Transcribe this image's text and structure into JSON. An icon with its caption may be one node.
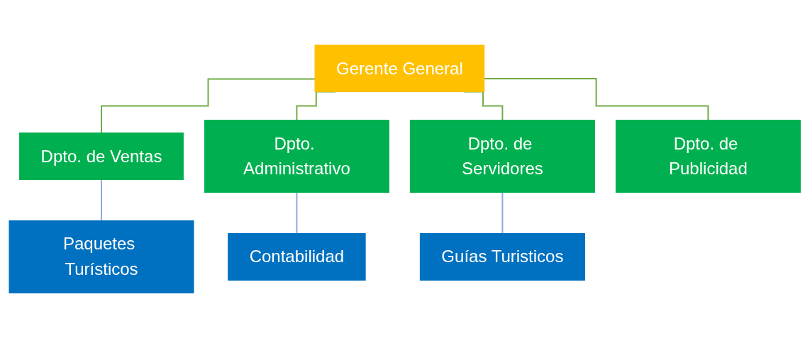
{
  "diagram": {
    "nodes": [
      {
        "text": [
          "Gerente General"
        ]
      },
      {
        "text": [
          "Dpto. de Ventas"
        ]
      },
      {
        "text": [
          "Dpto. Administrativo"
        ]
      },
      {
        "text": [
          "Dpto. de Servidores"
        ]
      },
      {
        "text": [
          "Dpto. de Publicidad"
        ]
      },
      {
        "text": [
          "Paquetes Turísticos"
        ]
      },
      {
        "text": [
          "Contabilidad"
        ]
      },
      {
        "text": [
          "Guías Turisticos"
        ]
      }
    ],
    "edges": [
      {
        "from": 0,
        "to": 1,
        "arrow": "none"
      },
      {
        "from": 0,
        "to": 2,
        "arrow": "none"
      },
      {
        "from": 0,
        "to": 3,
        "arrow": "none"
      },
      {
        "from": 0,
        "to": 4,
        "arrow": "none"
      },
      {
        "from": 1,
        "to": 5,
        "arrow": "none",
        "color": "#8faadc"
      },
      {
        "from": 2,
        "to": 6,
        "arrow": "none",
        "color": "#8faadc"
      },
      {
        "from": 3,
        "to": 7,
        "arrow": "none",
        "color": "#8faadc"
      }
    ]
  }
}
